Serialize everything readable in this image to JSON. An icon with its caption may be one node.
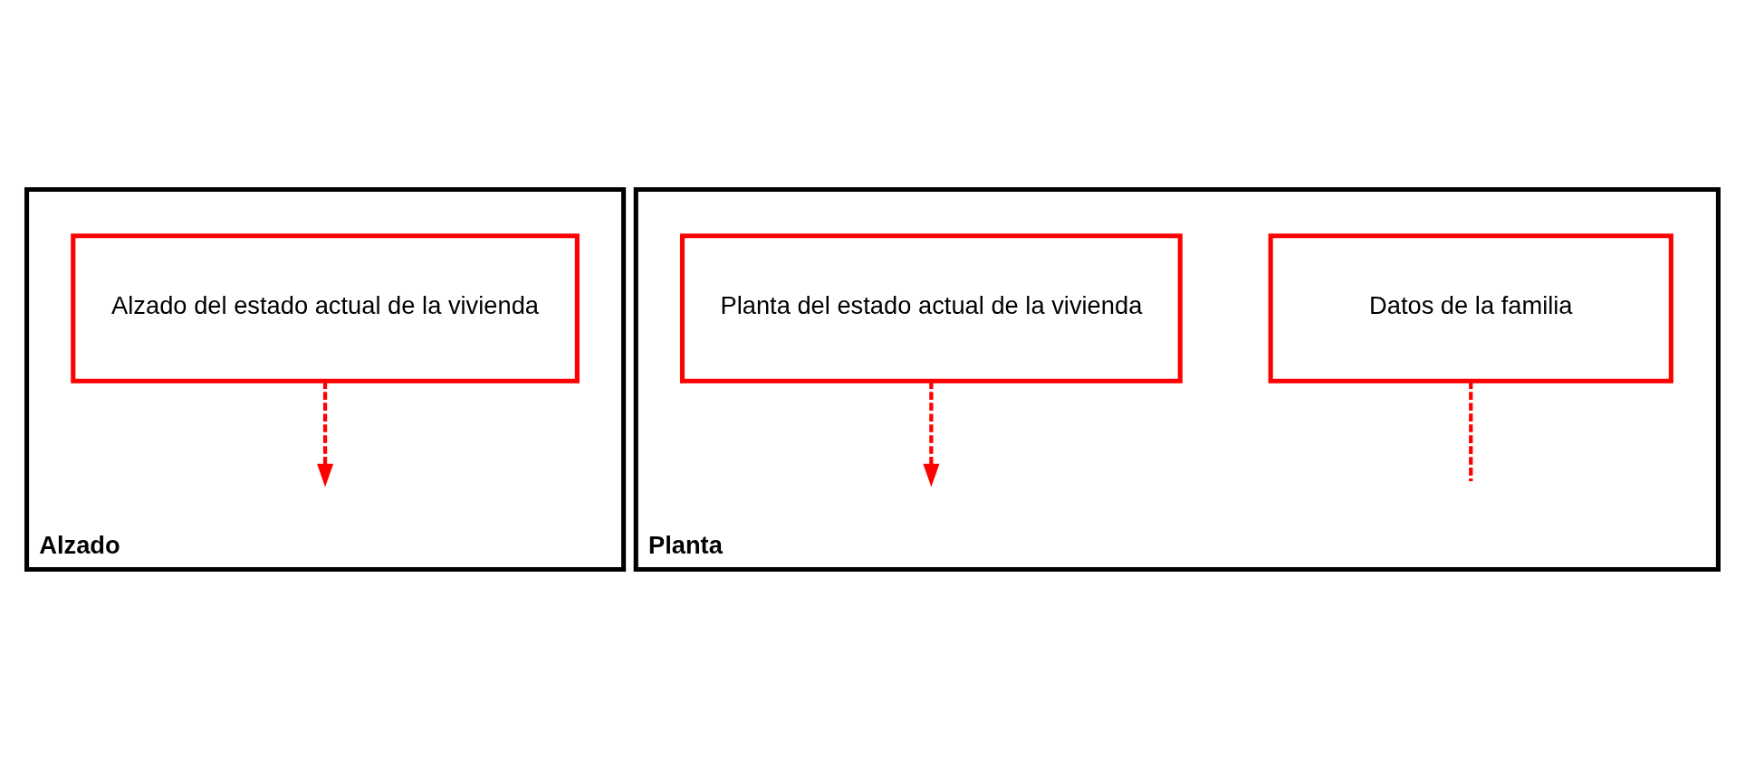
{
  "diagram": {
    "nodes": [
      {
        "text": [
          "Alzado"
        ]
      },
      {
        "text": [
          "Alzado del estado actual de la vivienda"
        ],
        "in": 0
      },
      {
        "text": [
          "Planta"
        ]
      },
      {
        "text": [
          "Datos de la familia"
        ],
        "in": 2
      },
      {
        "text": [
          "Planta del estado actual de la vivienda"
        ],
        "in": 2
      }
    ],
    "edges": [
      {
        "from": 1,
        "to": null,
        "arrow": "to",
        "style": "dashed"
      },
      {
        "from": 3,
        "to": null,
        "arrow": "none",
        "style": "dashed"
      },
      {
        "from": 4,
        "to": null,
        "arrow": "to",
        "style": "dashed"
      }
    ]
  }
}
